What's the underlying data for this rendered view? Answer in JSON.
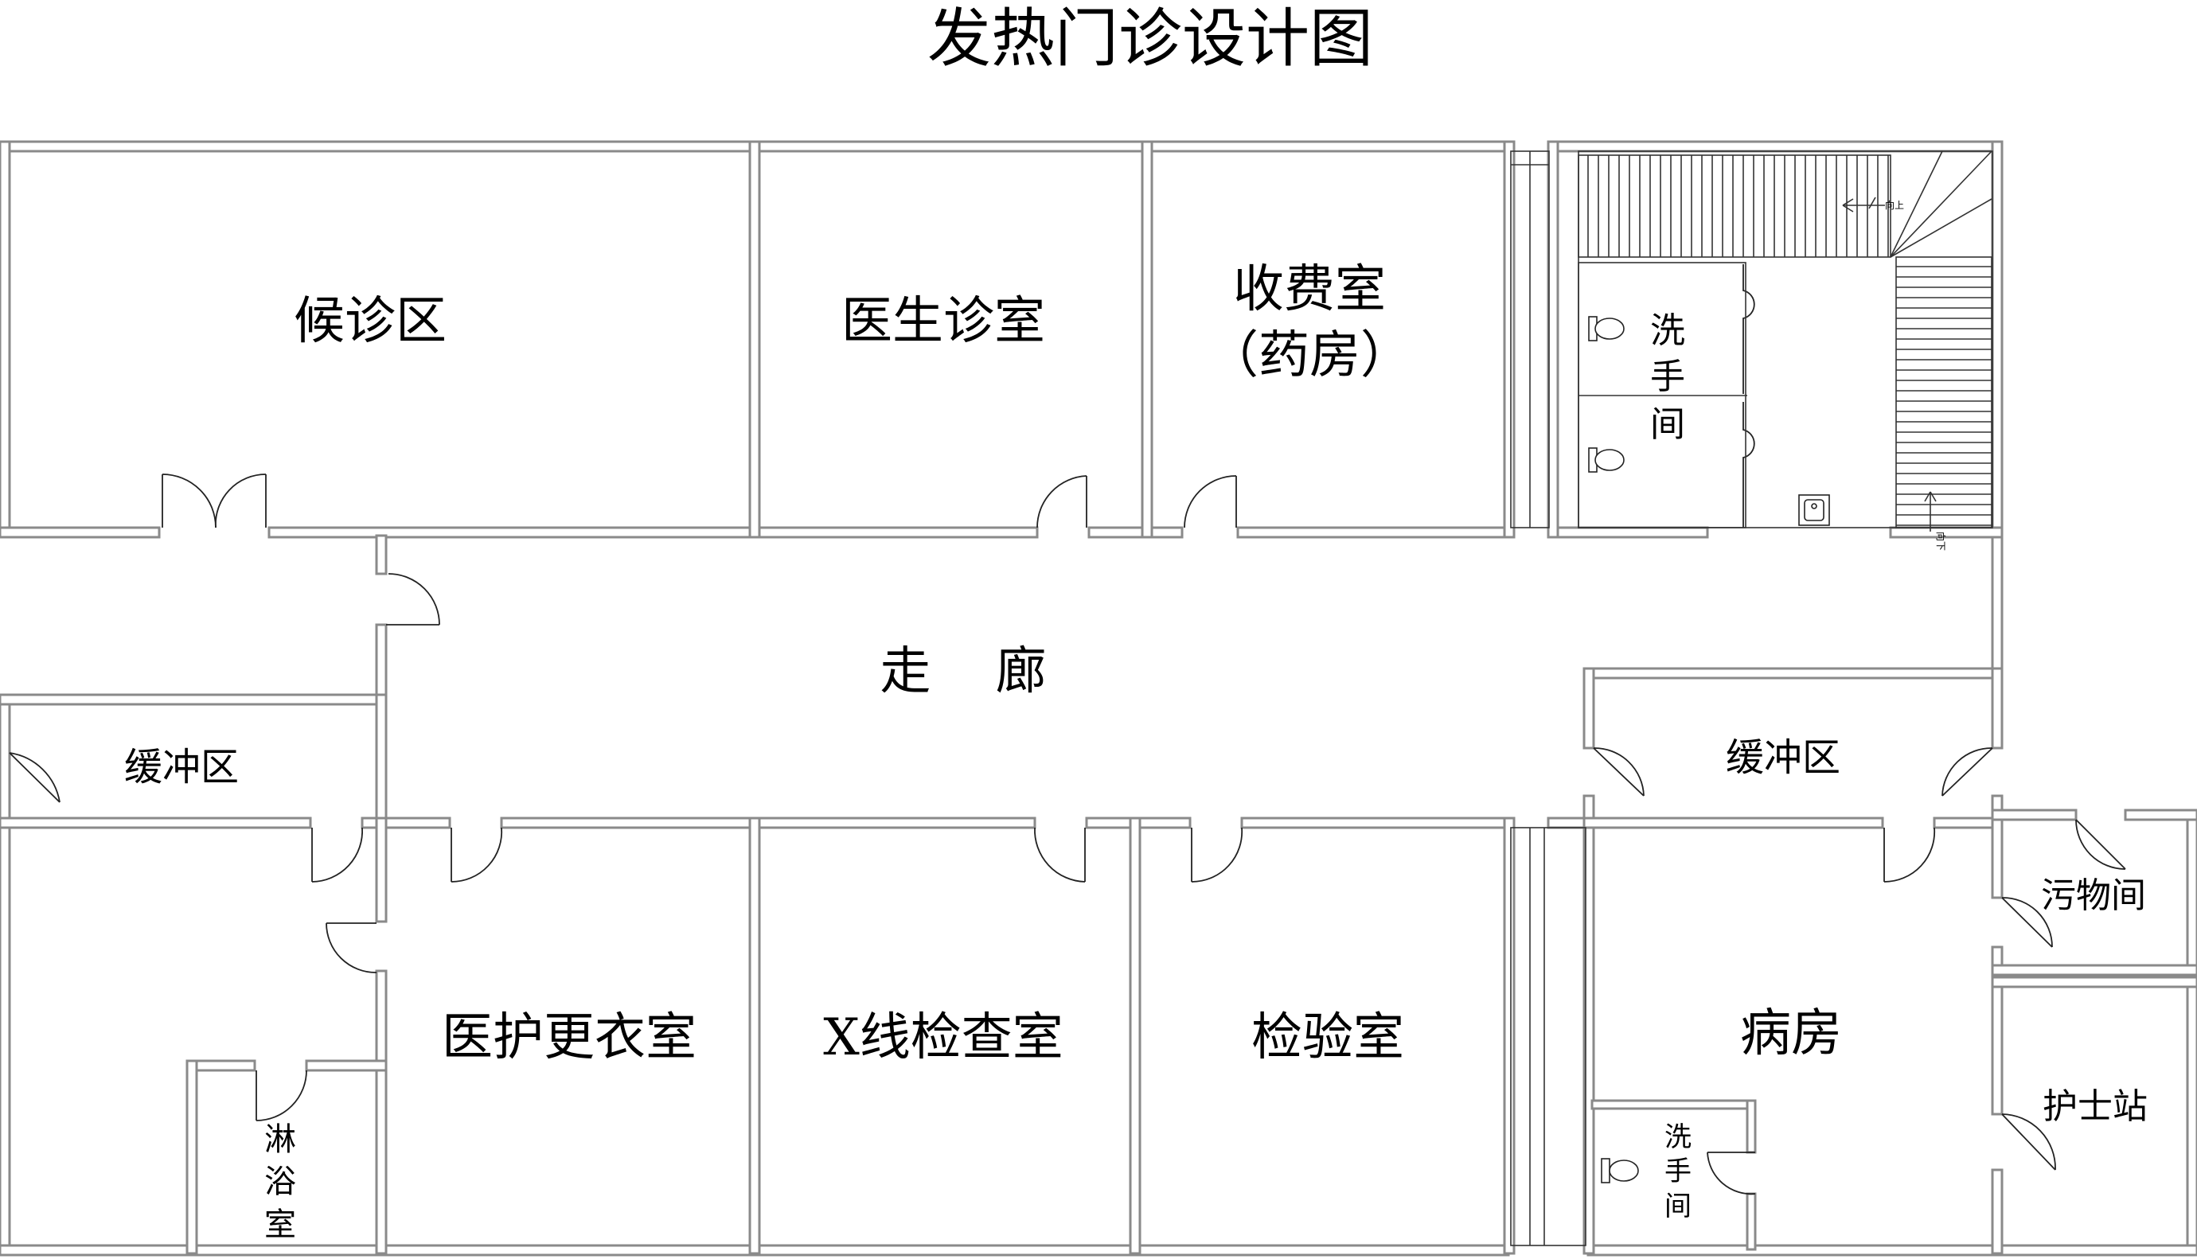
{
  "title": "发热门诊设计图",
  "rooms": {
    "waiting": "候诊区",
    "doctor": "医生诊室",
    "cashier_line1": "收费室",
    "cashier_line2": "（药房）",
    "restroom_top": [
      "洗",
      "手",
      "间"
    ],
    "corridor": "走    廊",
    "buffer_left": "缓冲区",
    "buffer_right": "缓冲区",
    "changing": "医护更衣室",
    "xray": "X线检查室",
    "lab": "检验室",
    "ward": "病房",
    "restroom_ward": [
      "洗",
      "手",
      "间"
    ],
    "shower": [
      "淋",
      "浴",
      "室"
    ],
    "dirty": "污物间",
    "nurse": "护士站"
  },
  "stairs": {
    "up_label": "向上",
    "down_label": "向下"
  },
  "colors": {
    "wall": "#8a8a8a",
    "line": "#222222",
    "text": "#000000"
  }
}
